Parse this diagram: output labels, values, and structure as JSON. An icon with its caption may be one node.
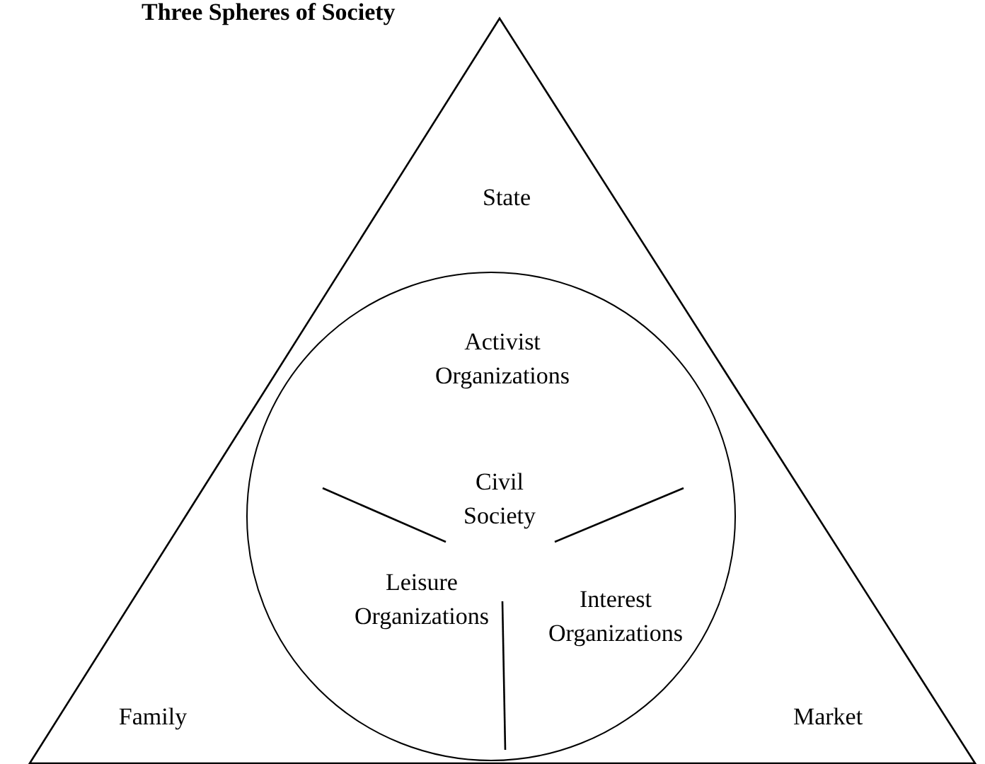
{
  "diagram": {
    "title": "Three Spheres of Society",
    "nodes": [
      {
        "text": [
          "State",
          "Family",
          "Market"
        ]
      },
      {
        "text": [
          "Civil Society"
        ],
        "in": 0
      }
    ],
    "edges": [],
    "labels": [
      "Activist Organizations",
      "Leisure Organizations",
      "Interest Organizations"
    ]
  }
}
